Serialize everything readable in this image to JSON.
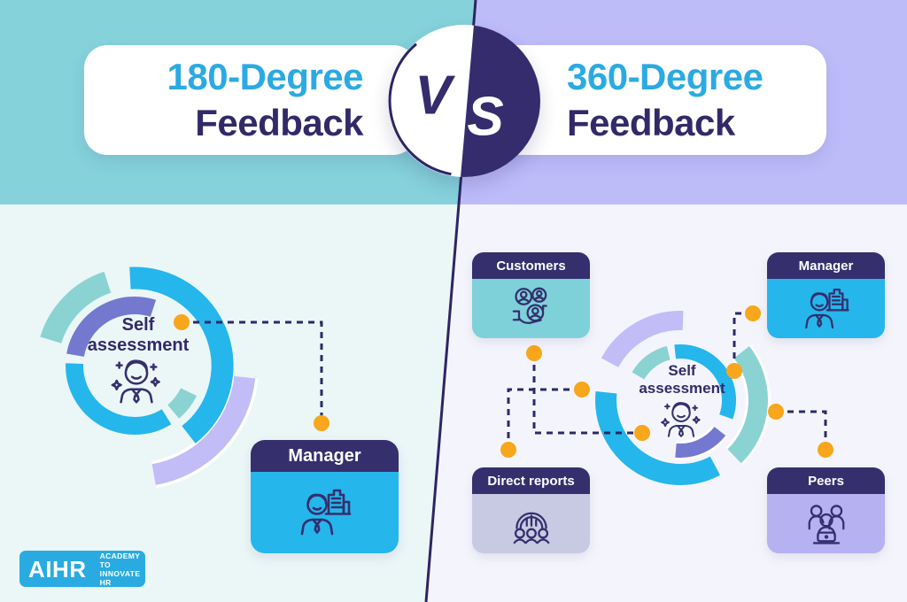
{
  "header": {
    "left": {
      "line1": "180-Degree",
      "line2": "Feedback"
    },
    "right": {
      "line1": "360-Degree",
      "line2": "Feedback"
    },
    "vs": {
      "v": "V",
      "s": "S"
    }
  },
  "left_panel": {
    "donut_center": {
      "line1": "Self",
      "line2": "assessment"
    },
    "cards": [
      {
        "label": "Manager"
      }
    ]
  },
  "right_panel": {
    "donut_center": {
      "line1": "Self",
      "line2": "assessment"
    },
    "cards": [
      {
        "label": "Customers"
      },
      {
        "label": "Manager"
      },
      {
        "label": "Direct reports"
      },
      {
        "label": "Peers"
      }
    ]
  },
  "logo": {
    "brand": "AIHR",
    "tagline_line1": "ACADEMY TO",
    "tagline_line2": "INNOVATE HR"
  },
  "colors": {
    "teal_band": "#85D2DB",
    "lavender_band": "#BDBCF9",
    "left_panel_bg": "#EBF6F7",
    "right_panel_bg": "#F4F5FC",
    "navy": "#352F6D",
    "cyan": "#2BAAE2",
    "bright_blue": "#25B6EC",
    "seg_teal": "#8BD3D2",
    "seg_lavender": "#C2BDF6",
    "seg_periwinkle": "#7478CF",
    "direct_reports_bg": "#C8CAE3",
    "peers_bg": "#B6B1F1",
    "dot_orange": "#F8A61B"
  }
}
